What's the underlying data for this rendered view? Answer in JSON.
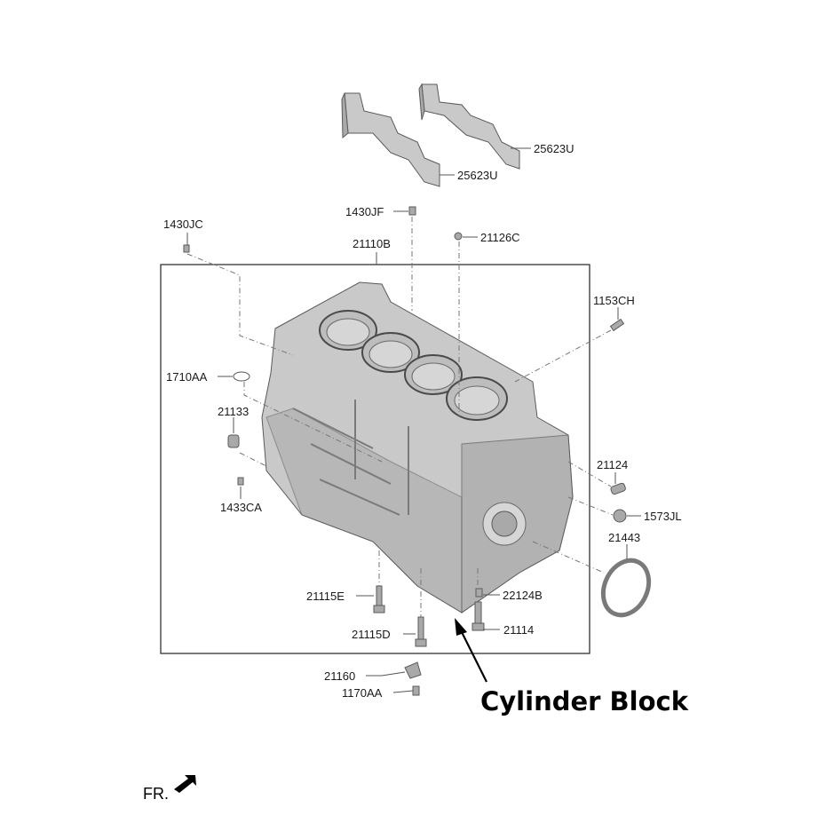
{
  "title": "Cylinder Block",
  "direction_label": "FR.",
  "callouts": {
    "c25623U_a": "25623U",
    "c25623U_b": "25623U",
    "c1430JF": "1430JF",
    "c1430JC": "1430JC",
    "c21110B": "21110B",
    "c21126C": "21126C",
    "c1153CH": "1153CH",
    "c1710AA": "1710AA",
    "c21133": "21133",
    "c1433CA": "1433CA",
    "c21124": "21124",
    "c1573JL": "1573JL",
    "c21443": "21443",
    "c21115E": "21115E",
    "c22124B": "22124B",
    "c21114": "21114",
    "c21115D": "21115D",
    "c21160": "21160",
    "c1170AA": "1170AA"
  },
  "colors": {
    "part_fill": "#c9c9c9",
    "part_stroke": "#5a5a5a",
    "frame": "#222222",
    "text": "#1a1a1a"
  }
}
